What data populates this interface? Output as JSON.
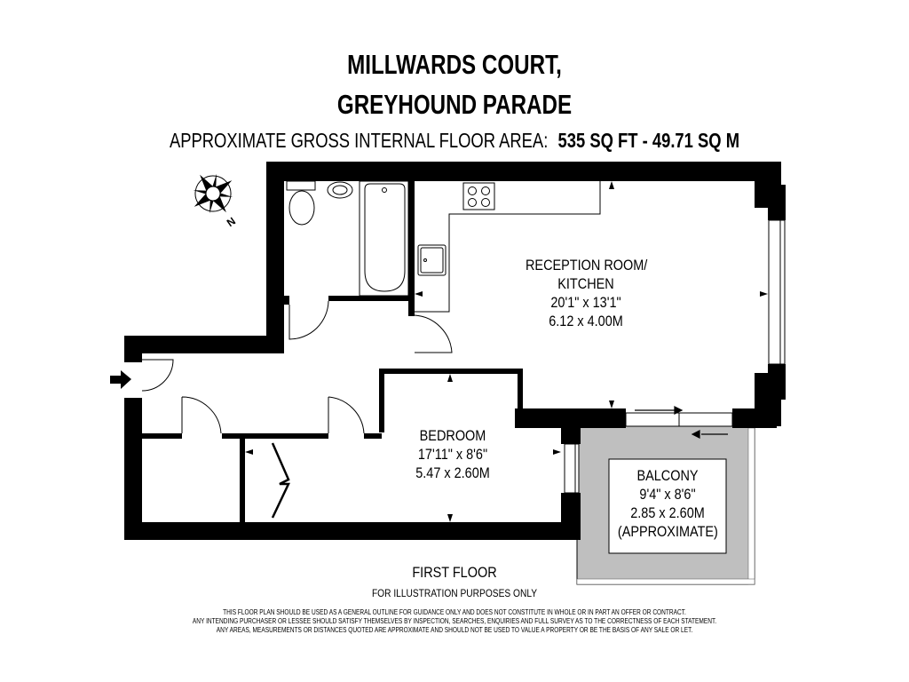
{
  "header": {
    "title_line1": "MILLWARDS COURT,",
    "title_line2": "GREYHOUND PARADE",
    "area_label": "APPROXIMATE GROSS INTERNAL FLOOR AREA:",
    "area_value": "535 SQ FT  -  49.71 SQ M"
  },
  "compass": {
    "icon": "compass-rose-icon",
    "label": "N"
  },
  "entrance": {
    "icon": "entrance-arrow-icon"
  },
  "rooms": {
    "reception": {
      "name_line1": "RECEPTION ROOM/",
      "name_line2": "KITCHEN",
      "imperial": "20'1\" x 13'1\"",
      "metric": "6.12 x 4.00M"
    },
    "bedroom": {
      "name": "BEDROOM",
      "imperial": "17'11\" x 8'6\"",
      "metric": "5.47 x 2.60M"
    },
    "balcony": {
      "name": "BALCONY",
      "imperial": "9'4\" x 8'6\"",
      "metric": "2.85 x 2.60M",
      "note": "(APPROXIMATE)"
    }
  },
  "footer": {
    "floor": "FIRST FLOOR",
    "illustration": "FOR ILLUSTRATION PURPOSES ONLY",
    "disclaimer": [
      "THIS FLOOR PLAN SHOULD BE USED AS A GENERAL OUTLINE FOR GUIDANCE ONLY AND DOES NOT CONSTITUTE IN WHOLE OR IN PART AN OFFER OR CONTRACT.",
      "ANY INTENDING PURCHASER OR LESSEE SHOULD SATISFY THEMSELVES BY INSPECTION, SEARCHES, ENQUIRIES AND FULL SURVEY AS TO THE CORRECTNESS OF EACH STATEMENT.",
      "ANY AREAS, MEASUREMENTS OR DISTANCES QUOTED ARE APPROXIMATE AND SHOULD NOT BE USED TO VALUE A PROPERTY OR BE THE BASIS OF ANY SALE OR LET."
    ]
  },
  "colors": {
    "wall": "#000000",
    "balcony_fill": "#c0c0c0",
    "background": "#ffffff"
  }
}
